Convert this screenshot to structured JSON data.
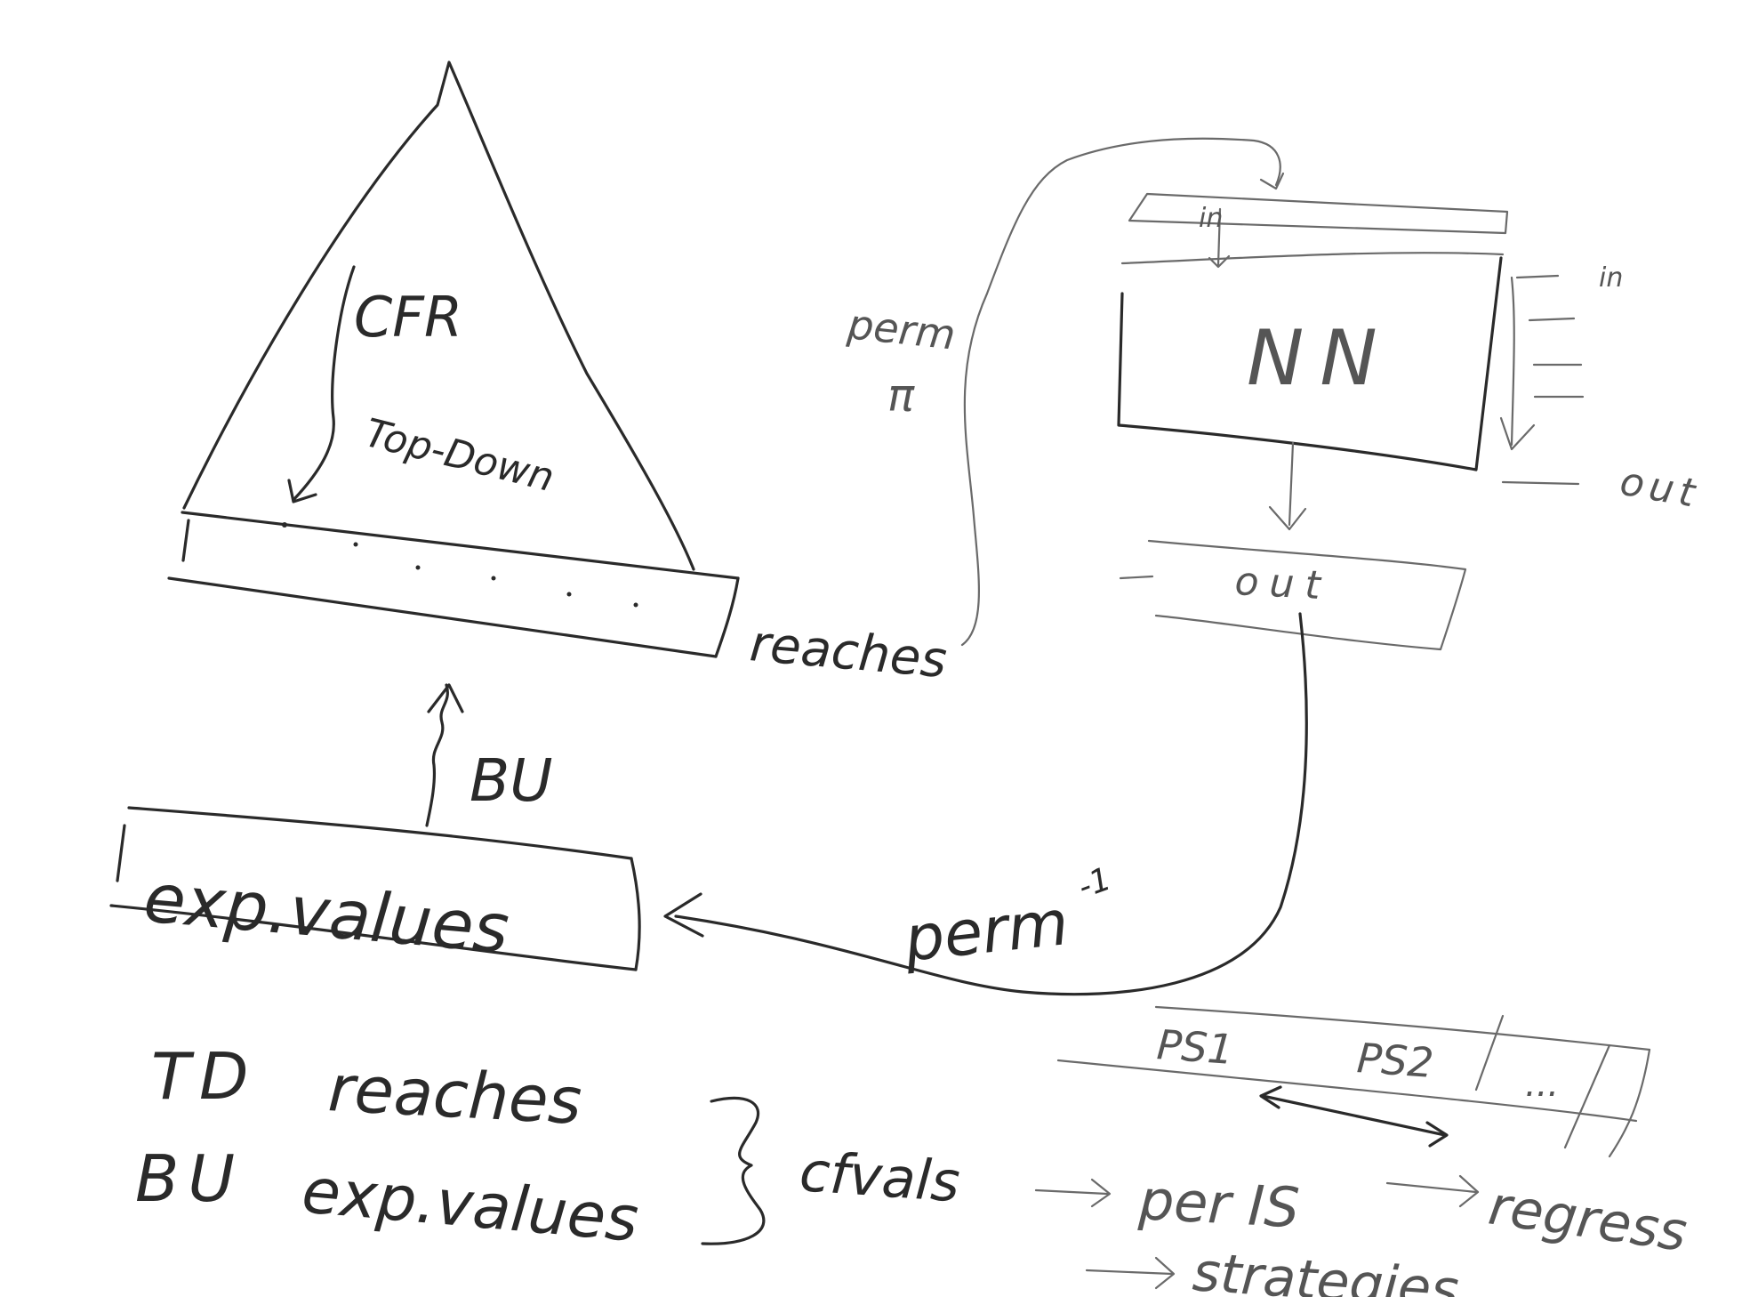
{
  "labels": {
    "cfr": "CFR",
    "top_down": "Top-Down",
    "reaches": "reaches",
    "bu": "BU",
    "exp_values": "exp.values",
    "perm_top": "perm",
    "pi": "π",
    "nn": "NN",
    "in": "in",
    "out_box": "out",
    "out_side": "out",
    "side_top": "in",
    "perm_bottom": "perm",
    "inv_mark": "-1",
    "ps1": "PS1",
    "ps2": "PS2",
    "ps_dots": "..."
  },
  "notes": {
    "td_label": "TD",
    "td_value": "reaches",
    "bu_label": "BU",
    "bu_value": "exp.values",
    "cfvals": "cfvals",
    "per_is": "per IS",
    "regress": "regress",
    "strategies": "strategies"
  }
}
